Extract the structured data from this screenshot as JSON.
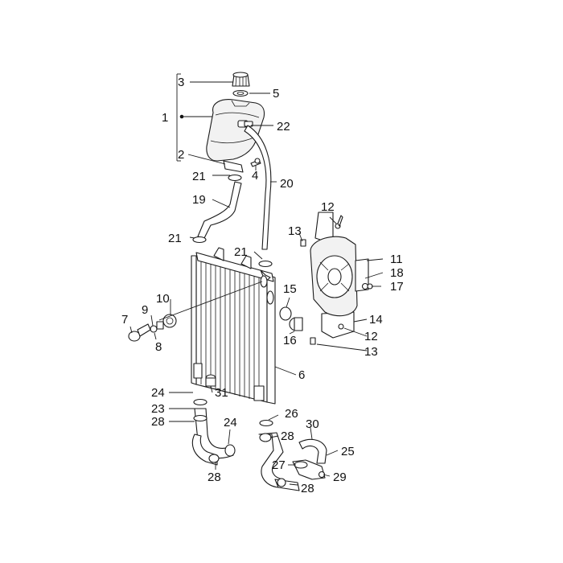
{
  "diagram": {
    "callouts": {
      "c1": "1",
      "c2": "2",
      "c3": "3",
      "c4": "4",
      "c5": "5",
      "c6": "6",
      "c7": "7",
      "c8": "8",
      "c9": "9",
      "c10": "10",
      "c11": "11",
      "c12a": "12",
      "c12b": "12",
      "c13a": "13",
      "c13b": "13",
      "c14": "14",
      "c15": "15",
      "c16": "16",
      "c17": "17",
      "c18": "18",
      "c19": "19",
      "c20": "20",
      "c21a": "21",
      "c21b": "21",
      "c21c": "21",
      "c22": "22",
      "c23": "23",
      "c24a": "24",
      "c24b": "24",
      "c25": "25",
      "c26": "26",
      "c27": "27",
      "c28a": "28",
      "c28b": "28",
      "c28c": "28",
      "c28d": "28",
      "c29": "29",
      "c30": "30",
      "c31": "31"
    },
    "colors": {
      "line": "#1a1a1a",
      "background": "#ffffff"
    }
  }
}
